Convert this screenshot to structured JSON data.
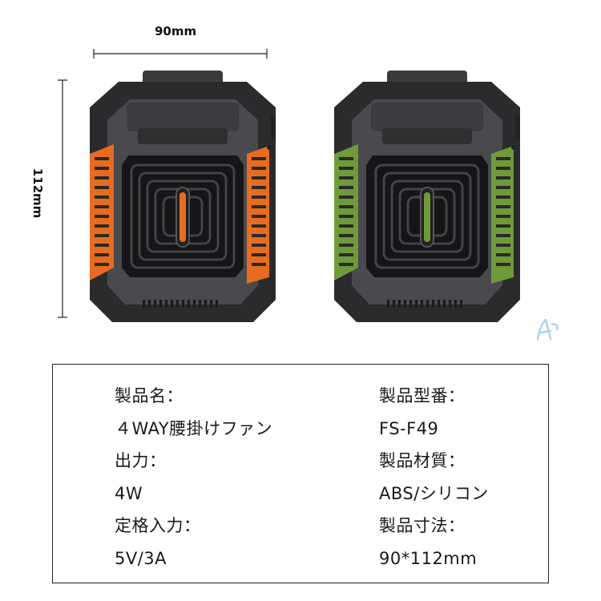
{
  "dimensions": {
    "width_label": "90mm",
    "height_label": "112mm"
  },
  "products": [
    {
      "variant": "orange",
      "accent_color": "#e86c1f"
    },
    {
      "variant": "green",
      "accent_color": "#6f9a3a"
    }
  ],
  "colors": {
    "body_dark": "#2b2b2d",
    "body_mid": "#4a4a4e",
    "accent_orange": "#e86c1f",
    "accent_green": "#6f9a3a",
    "watermark": "#a9d3f0"
  },
  "specs": {
    "left": [
      {
        "label": "製品名：",
        "value": "４WAY腰掛けファン"
      },
      {
        "label": "出力：",
        "value": "4W"
      },
      {
        "label": "定格入力：",
        "value": "5V/3A"
      }
    ],
    "right": [
      {
        "label": "製品型番：",
        "value": "FS-F49"
      },
      {
        "label": "製品材質：",
        "value": "ABS/シリコン"
      },
      {
        "label": "製品寸法：",
        "value": "90*112mm"
      }
    ]
  }
}
